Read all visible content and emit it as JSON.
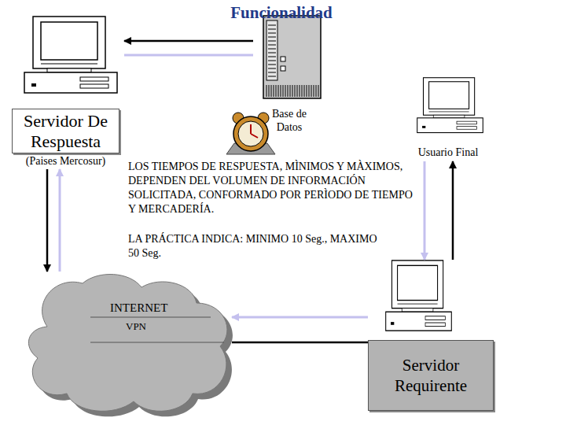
{
  "diagram": {
    "title": "Funcionalidad",
    "nodes": [
      {
        "text": [
          "Servidor De Respuesta",
          "(Paises Mercosur)"
        ]
      },
      {
        "text": [
          "Base de Datos"
        ]
      },
      {
        "text": [
          "Usuario Final"
        ]
      },
      {
        "text": [
          "INTERNET",
          "VPN"
        ]
      },
      {
        "text": [
          "Servidor Requirente"
        ]
      }
    ],
    "edges": [
      {
        "from": 1,
        "to": 0,
        "arrow": "to"
      },
      {
        "from": 0,
        "to": 1,
        "arrow": "none"
      },
      {
        "from": 0,
        "to": 3,
        "arrow": "to"
      },
      {
        "from": 3,
        "to": 0,
        "arrow": "to"
      },
      {
        "from": 4,
        "to": 3,
        "arrow": "to"
      },
      {
        "from": 3,
        "to": 4,
        "arrow": "none"
      },
      {
        "from": 2,
        "to": 4,
        "arrow": "to"
      },
      {
        "from": 4,
        "to": 2,
        "arrow": "to"
      }
    ],
    "labels": [
      "LOS TIEMPOS DE RESPUESTA, MÌNIMOS Y MÀXIMOS, DEPENDEN DEL VOLUMEN DE INFORMACIÓN SOLICITADA, CONFORMADO POR PERÌODO DE TIEMPO Y MERCADERÍA.",
      "LA PRÁCTICA INDICA: MINIMO 10 Seg., MAXIMO 50 Seg."
    ]
  }
}
